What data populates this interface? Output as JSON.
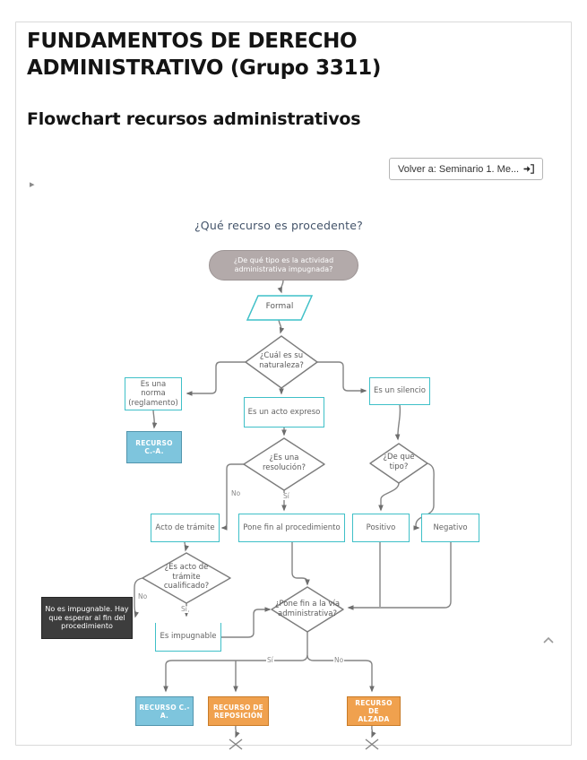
{
  "header": {
    "course_title": "FUNDAMENTOS DE DERECHO ADMINISTRATIVO (Grupo 3311)",
    "page_title": "Flowchart recursos administrativos",
    "back_button_label": "Volver a: Seminario 1. Me...",
    "disclosure_marker": "▸"
  },
  "flowchart": {
    "title": "¿Qué recurso es procedente?",
    "nodes": {
      "start": "¿De qué tipo es la actividad administrativa impugnada?",
      "formal": "Formal",
      "naturaleza": "¿Cuál es su naturaleza?",
      "norma": "Es una norma (reglamento)",
      "acto_expreso": "Es un acto expreso",
      "silencio": "Es un silencio",
      "recurso_ca_top": "RECURSO C.-A.",
      "resolucion": "¿Es una resolución?",
      "tipo_silencio": "¿De qué tipo?",
      "acto_tramite": "Acto de trámite",
      "pone_fin_procedimiento": "Pone fin al procedimiento",
      "positivo": "Positivo",
      "negativo": "Negativo",
      "tramite_cualificado": "¿Es acto de trámite cualificado?",
      "no_impugnable": "No es impugnable. Hay que esperar al fin del procedimiento",
      "es_impugnable": "Es impugnable",
      "pone_fin_via": "¿Pone fin a la vía administrativa?",
      "recurso_ca_bottom": "RECURSO C.-A.",
      "recurso_reposicion": "RECURSO DE REPOSICIÓN",
      "recurso_alzada": "RECURSO DE ALZADA"
    },
    "edge_labels": {
      "resolucion_no": "No",
      "resolucion_si": "Sí",
      "cualificado_no": "No",
      "cualificado_si": "Sí",
      "via_si": "Sí",
      "via_no": "No"
    },
    "colors": {
      "teal_border": "#3fc0c8",
      "blue_fill": "#7ec5dd",
      "orange_fill": "#f0a14e",
      "dark_fill": "#3d3d3d",
      "capsule_fill": "#b3aaaa",
      "connector": "#848484",
      "title_text": "#44546a"
    }
  }
}
